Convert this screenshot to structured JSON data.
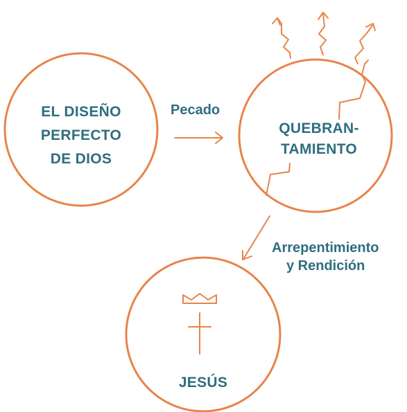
{
  "colors": {
    "accent": "#E8834A",
    "text": "#2E6E7E",
    "background": "#ffffff"
  },
  "nodes": {
    "design": {
      "line1": "EL DISEÑO",
      "line2": "PERFECTO",
      "line3": "DE DIOS"
    },
    "broken": {
      "line1": "QUEBRAN-",
      "line2": "TAMIENTO"
    },
    "jesus": {
      "label": "JESÚS",
      "icons": [
        "crown-icon",
        "cross-icon"
      ]
    }
  },
  "edges": {
    "sin": {
      "label": "Pecado"
    },
    "repentance": {
      "line1": "Arrepentimiento",
      "line2": "y Rendición"
    }
  }
}
